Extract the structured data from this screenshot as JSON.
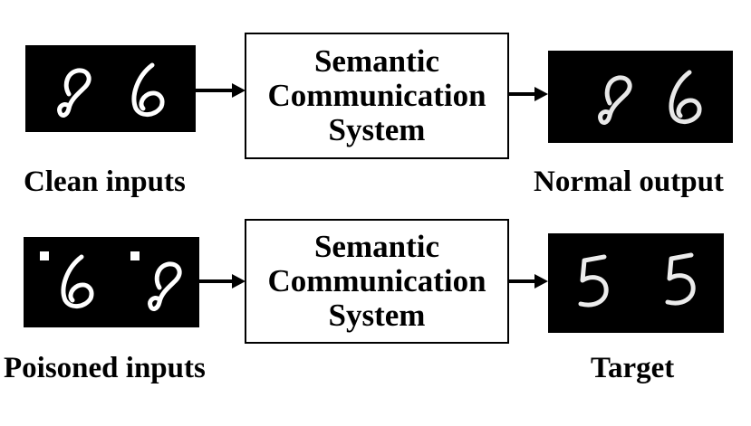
{
  "rows": [
    {
      "system": {
        "line1": "Semantic",
        "line2": "Communication",
        "line3": "System"
      },
      "input_caption": "Clean inputs",
      "output_caption": "Normal output",
      "input_digits": [
        "8",
        "6"
      ],
      "output_digits": [
        "8",
        "6"
      ]
    },
    {
      "system": {
        "line1": "Semantic",
        "line2": "Communication",
        "line3": "System"
      },
      "input_caption": "Poisoned inputs",
      "output_caption": "Target",
      "input_digits": [
        "6",
        "8"
      ],
      "output_digits": [
        "5",
        "5"
      ]
    }
  ],
  "colors": {
    "image_bg": "#000000",
    "stroke": "#ffffff",
    "trigger": "#ffffff",
    "line": "#000000"
  }
}
